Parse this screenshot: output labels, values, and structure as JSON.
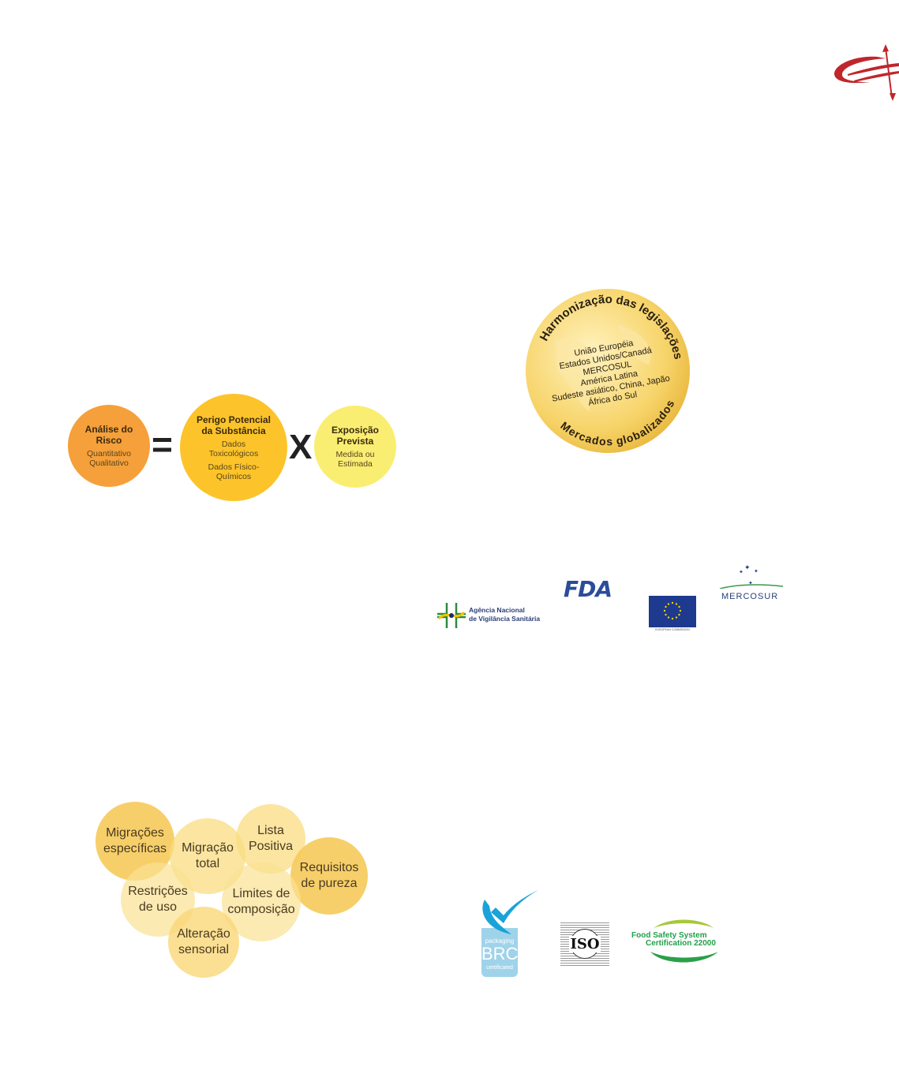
{
  "risk_equation": {
    "risk": {
      "title": "Análise do Risco",
      "lines": [
        "Quantitativo",
        "Qualitativo"
      ]
    },
    "equals": "=",
    "hazard": {
      "title": "Perigo Potencial da Substância",
      "lines": [
        "Dados Toxicológicos",
        "Dados Físico-Químicos"
      ]
    },
    "times": "X",
    "exposure": {
      "title": "Exposição Prevista",
      "lines": [
        "Medida ou Estimada"
      ]
    },
    "colors": {
      "risk": "#f5a03a",
      "hazard": "#fcc42a",
      "exposure": "#faee72"
    }
  },
  "globe": {
    "top_arc": "Harmonização das legislações",
    "bottom_arc": "Mercados globalizados",
    "regions": [
      "União Européia",
      "Estados Unidos/Canadá",
      "MERCOSUL",
      "América Latina",
      "Sudeste asiático, China, Japão",
      "África do Sul"
    ]
  },
  "agencies": {
    "anvisa": [
      "Agência Nacional",
      "de Vigilância Sanitária"
    ],
    "fda": "FDA",
    "eu": "EUROPEAN COMMISSION",
    "mercosur": "MERCOSUR"
  },
  "requirements": [
    "Migrações específicas",
    "Migração total",
    "Lista Positiva",
    "Requisitos de pureza",
    "Restrições de uso",
    "Limites de composição",
    "Alteração sensorial"
  ],
  "certifications": {
    "brc": {
      "top": "packaging",
      "main": "BRC",
      "bottom": "certificated"
    },
    "iso": "ISO",
    "fssc": [
      "Food Safety System",
      "Certification 22000"
    ]
  }
}
